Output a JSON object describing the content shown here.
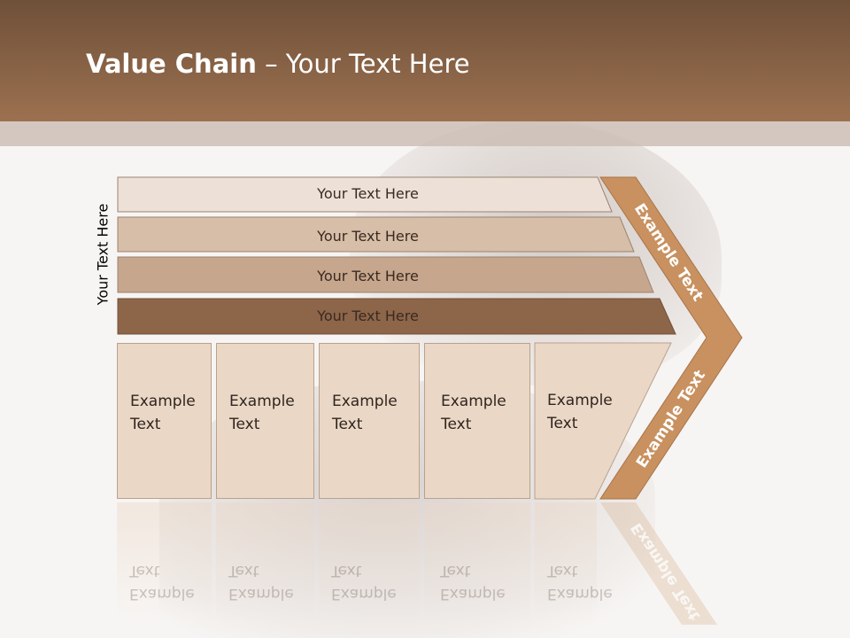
{
  "title": {
    "bold": "Value Chain",
    "rest": " – Your Text Here"
  },
  "side_label": "Your Text Here",
  "rows": [
    "Your Text Here",
    "Your Text Here",
    "Your Text Here",
    "Your Text Here"
  ],
  "boxes": [
    {
      "line1": "Example",
      "line2": "Text"
    },
    {
      "line1": "Example",
      "line2": "Text"
    },
    {
      "line1": "Example",
      "line2": "Text"
    },
    {
      "line1": "Example",
      "line2": "Text"
    },
    {
      "line1": "Example",
      "line2": "Text"
    }
  ],
  "arrow": {
    "upper": "Example Text",
    "lower": "Example Text"
  },
  "colors": {
    "header": "#8a6446",
    "row1": "#ede1d7",
    "row2": "#d7bea8",
    "row3": "#c6a68c",
    "row4": "#8d6549",
    "box": "#ead7c5",
    "arrow": "#c8915f"
  }
}
